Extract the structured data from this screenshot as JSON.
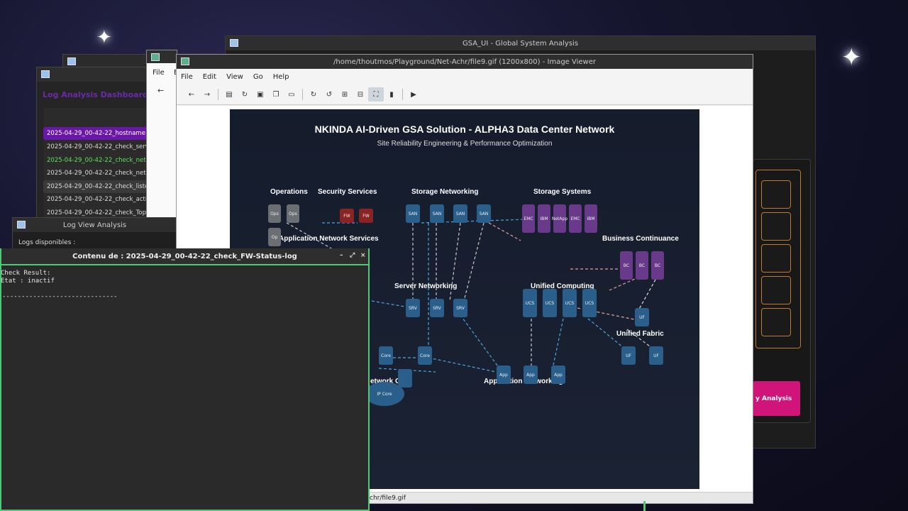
{
  "desktop": {
    "stars": 2
  },
  "gsa_window": {
    "title": "GSA_UI - Global System Analysis",
    "action_label": "y Analysis"
  },
  "dashboard_window": {
    "title": "Log Analysis Dashboard",
    "files": [
      "2025-04-29_00-42-22_hostname",
      "2025-04-29_00-42-22_check_serv",
      "2025-04-29_00-42-22_check_net",
      "2025-04-29_00-42-22_check_net-",
      "2025-04-29_00-42-22_check_liste",
      "2025-04-29_00-42-22_check_acti",
      "2025-04-29_00-42-22_check_Top"
    ]
  },
  "files_window": {
    "menu_file": "File",
    "menu_edit": "E",
    "back_icon": "arrow-left"
  },
  "logview_window": {
    "title": "Log View Analysis",
    "label": "Logs disponibles :"
  },
  "image_viewer": {
    "title": "/home/thoutmos/Playground/Net-Achr/file9.gif (1200x800) - Image Viewer",
    "menu": [
      "File",
      "Edit",
      "View",
      "Go",
      "Help"
    ],
    "status": "chr/file9.gif"
  },
  "diagram": {
    "title": "NKINDA AI-Driven GSA Solution - ALPHA3 Data Center Network",
    "subtitle": "Site Reliability Engineering & Performance Optimization",
    "sections": {
      "operations": "Operations",
      "security": "Security Services",
      "storage_net": "Storage Networking",
      "storage_sys": "Storage Systems",
      "app_net_services": "Application Network Services",
      "business": "Business Continuance",
      "server_net": "Server Networking",
      "unified_computing": "Unified Computing",
      "unified_fabric": "Unified Fabric",
      "network_core": "etwork Core",
      "app_networking": "Application Networking"
    },
    "nodes": {
      "ops": [
        "Ops",
        "Ops",
        "Op"
      ],
      "fw": [
        "FW",
        "FW"
      ],
      "san": [
        "SAN",
        "SAN",
        "SAN",
        "SAN"
      ],
      "storage": [
        "EMC",
        "IBM",
        "NetApp",
        "EMC",
        "IBM"
      ],
      "bc": [
        "BC",
        "BC",
        "BC"
      ],
      "srv": [
        "SRV",
        "SRV",
        "SRV"
      ],
      "ucs": [
        "UCS",
        "UCS",
        "UCS",
        "UCS"
      ],
      "uf": [
        "UF",
        "UF",
        "UF"
      ],
      "core": [
        "Core",
        "Core"
      ],
      "app": [
        "App",
        "App",
        "App"
      ],
      "ip_core": "IP Core"
    }
  },
  "content_window": {
    "title": "Contenu de : 2025-04-29_00-42-22_check_FW-Status-log",
    "lines": [
      "Check Result:",
      "Etat : inactif",
      "",
      "------------------------------"
    ],
    "controls": [
      "–",
      "⤢",
      "×"
    ]
  },
  "colors": {
    "accent_purple": "#6a16a8",
    "border_green": "#50c878",
    "orange": "#c07a30",
    "magenta": "#d0157a"
  }
}
